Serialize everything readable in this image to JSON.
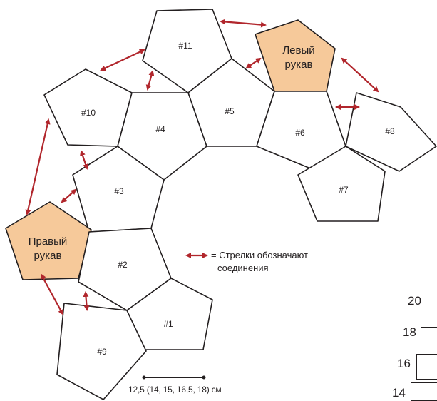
{
  "pieces": {
    "p1": "#1",
    "p2": "#2",
    "p3": "#3",
    "p4": "#4",
    "p5": "#5",
    "p6": "#6",
    "p7": "#7",
    "p8": "#8",
    "p9": "#9",
    "p10": "#10",
    "p11": "#11",
    "left_sleeve": [
      "Левый",
      "рукав"
    ],
    "right_sleeve": [
      "Правый",
      "рукав"
    ]
  },
  "legend": {
    "text_line1": "= Стрелки обозначают",
    "text_line2": "соединения"
  },
  "scale": {
    "label": "12,5 (14, 15, 16,5, 18) см"
  },
  "partial_chart": {
    "numbers": [
      "20",
      "18",
      "16",
      "14"
    ]
  },
  "colors": {
    "sleeve_fill": "#f6c99a",
    "arrow": "#b1262c",
    "outline": "#231f20"
  }
}
